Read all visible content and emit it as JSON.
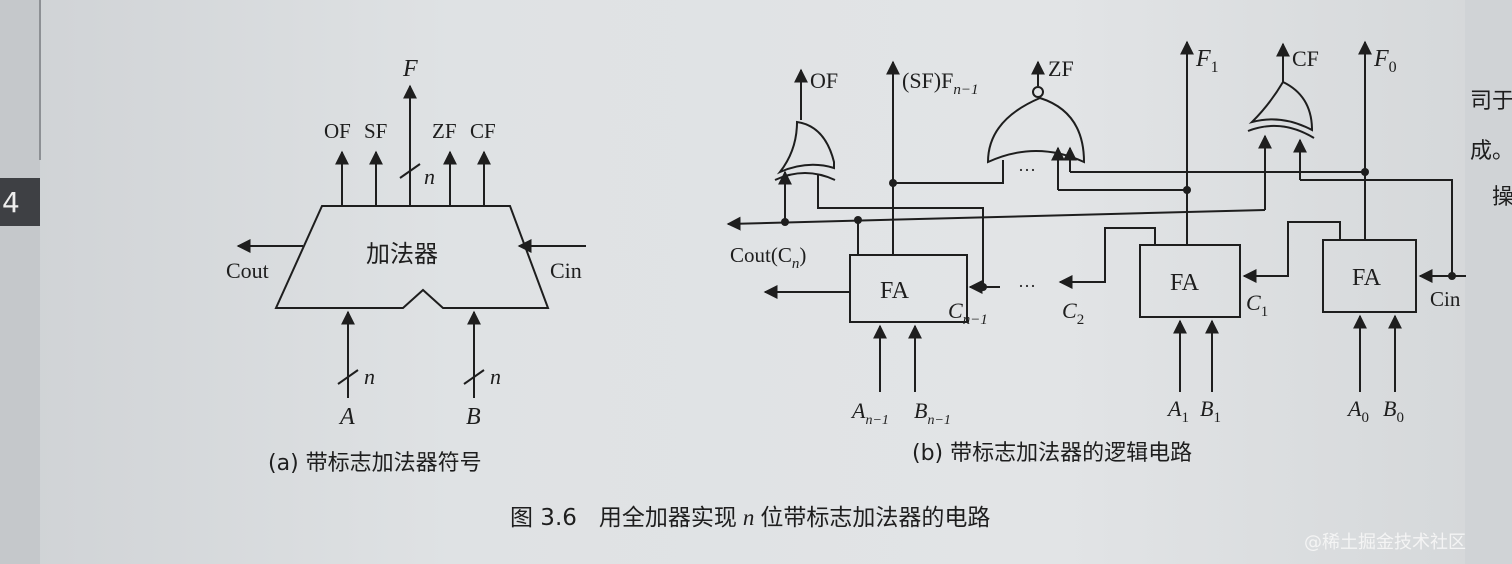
{
  "page_left": {
    "number": "4"
  },
  "page_right": {
    "frag1": "司于",
    "frag2": "成。",
    "frag3": "操"
  },
  "sub_a": {
    "output_F": "F",
    "flags": [
      "OF",
      "SF",
      "ZF",
      "CF"
    ],
    "bus_n": "n",
    "adder_label": "加法器",
    "cout": "Cout",
    "cin": "Cin",
    "input_A": "A",
    "input_B": "B",
    "caption": "(a) 带标志加法器符号"
  },
  "sub_b": {
    "OF": "OF",
    "SF": "(SF)F",
    "SF_sub": "n−1",
    "ZF": "ZF",
    "F1": "F",
    "F1_sub": "1",
    "CF": "CF",
    "F0": "F",
    "F0_sub": "0",
    "cout": "Cout(C",
    "cout_sub": "n",
    "cout_close": ")",
    "fa": "FA",
    "c_n1": "C",
    "c_n1_sub": "n−1",
    "c2": "C",
    "c2_sub": "2",
    "c1": "C",
    "c1_sub": "1",
    "cin": "Cin",
    "ellipsis": "···",
    "A_n1": "A",
    "A_n1_sub": "n−1",
    "B_n1": "B",
    "B_n1_sub": "n−1",
    "A1": "A",
    "A1_sub": "1",
    "B1": "B",
    "B1_sub": "1",
    "A0": "A",
    "A0_sub": "0",
    "B0": "B",
    "B0_sub": "0",
    "caption": "(b) 带标志加法器的逻辑电路"
  },
  "figure_caption": {
    "label": "图 3.6",
    "text_pre": "用全加器实现",
    "text_n": "n",
    "text_post": "位带标志加法器的电路"
  },
  "watermark": "@稀土掘金技术社区"
}
